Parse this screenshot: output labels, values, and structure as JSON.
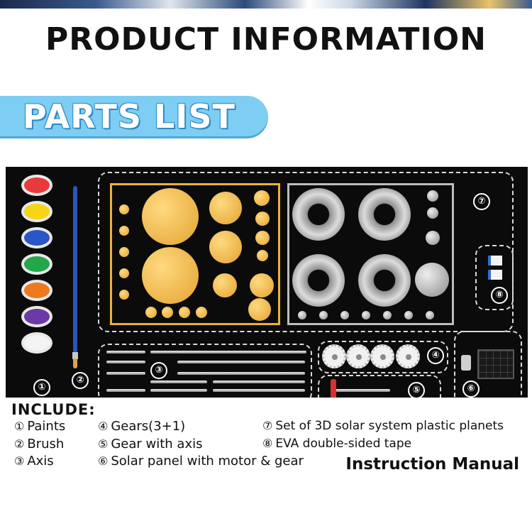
{
  "page": {
    "title": "PRODUCT INFORMATION",
    "section_banner": "PARTS LIST"
  },
  "board": {
    "markers": [
      "①",
      "②",
      "③",
      "④",
      "⑤",
      "⑥",
      "⑦",
      "⑧"
    ],
    "paint_colors": [
      "#e83a3a",
      "#f5d516",
      "#2a56c6",
      "#22a84a",
      "#ee7a1f",
      "#6b3aa8",
      "#f4f4f4"
    ]
  },
  "include": {
    "heading": "INCLUDE:",
    "items": [
      {
        "num": "①",
        "label": "Paints"
      },
      {
        "num": "②",
        "label": "Brush"
      },
      {
        "num": "③",
        "label": "Axis"
      },
      {
        "num": "④",
        "label": "Gears(3+1)"
      },
      {
        "num": "⑤",
        "label": "Gear with axis"
      },
      {
        "num": "⑥",
        "label": "Solar panel with motor & gear"
      },
      {
        "num": "⑦",
        "label": "Set of 3D solar system plastic planets"
      },
      {
        "num": "⑧",
        "label": "EVA double-sided tape"
      }
    ],
    "manual": "Instruction Manual"
  }
}
